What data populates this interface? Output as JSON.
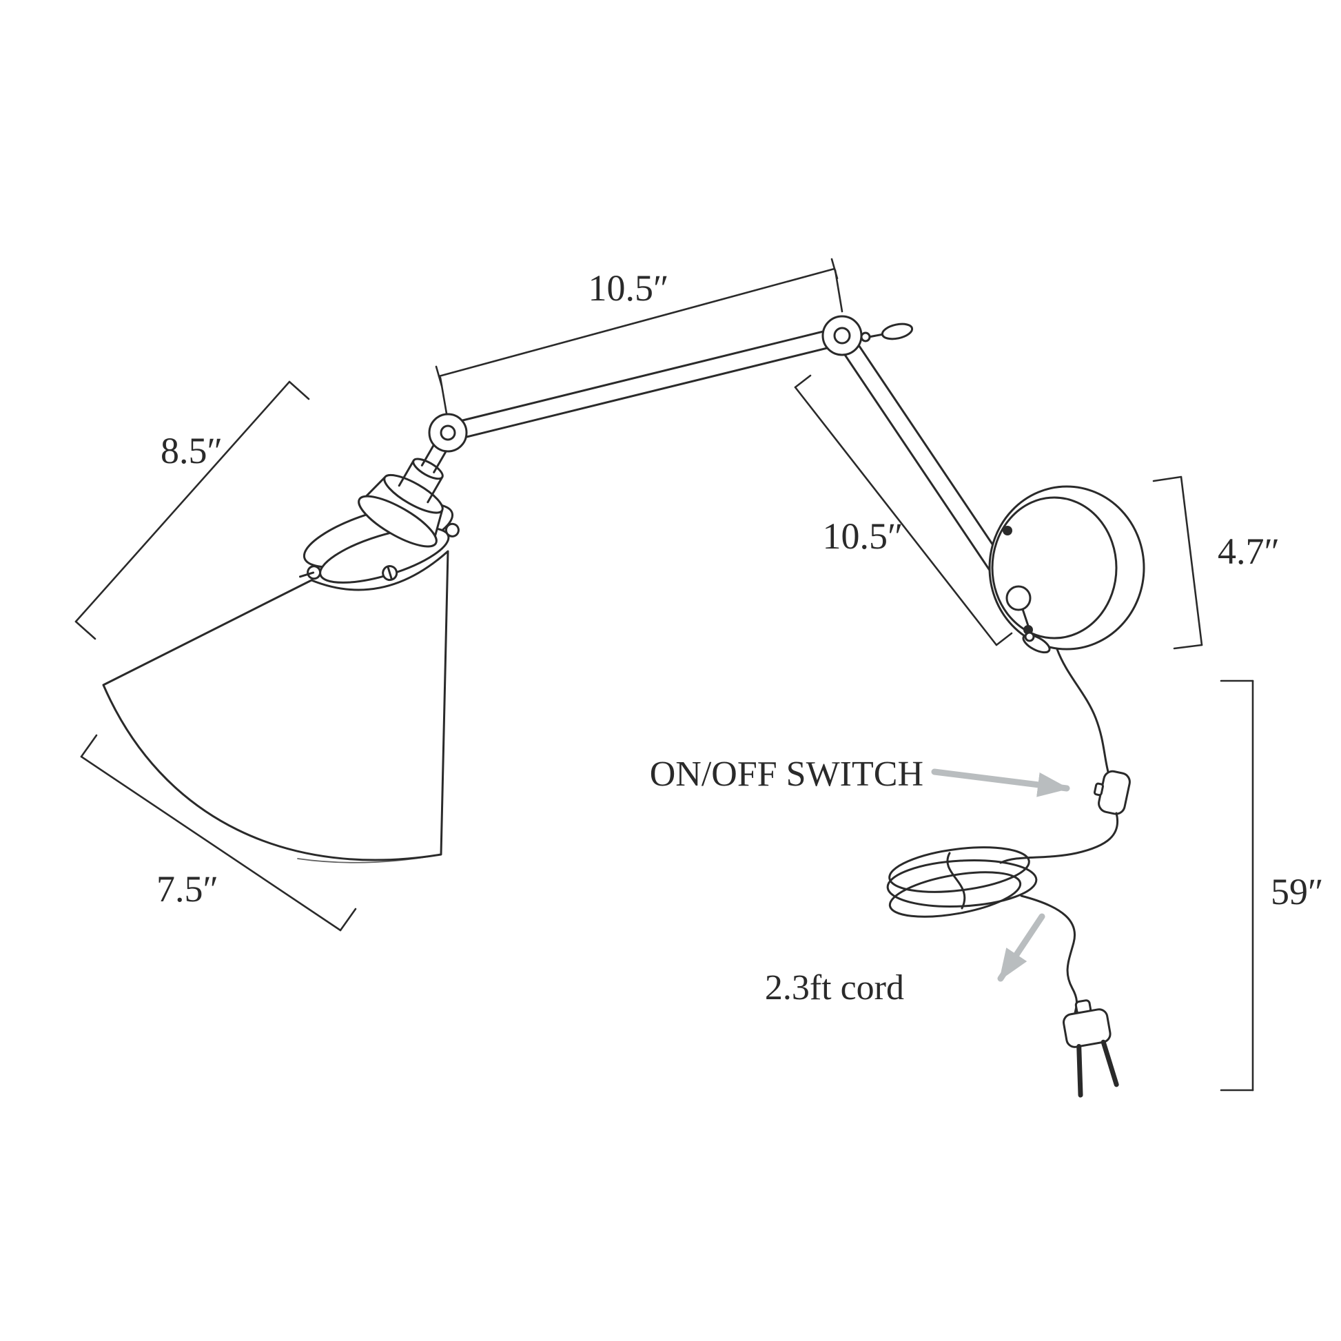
{
  "diagram": {
    "dimensions": {
      "upper_arm": "10.5″",
      "shade_height": "8.5″",
      "lower_arm": "10.5″",
      "wall_plate": "4.7″",
      "shade_width": "7.5″",
      "cord_drop": "59″"
    },
    "labels": {
      "switch": "ON/OFF SWITCH",
      "cord": "2.3ft cord"
    },
    "colors": {
      "line": "#2a2a2a",
      "annotation_arrow": "#b9bdbf",
      "background": "#ffffff"
    }
  }
}
